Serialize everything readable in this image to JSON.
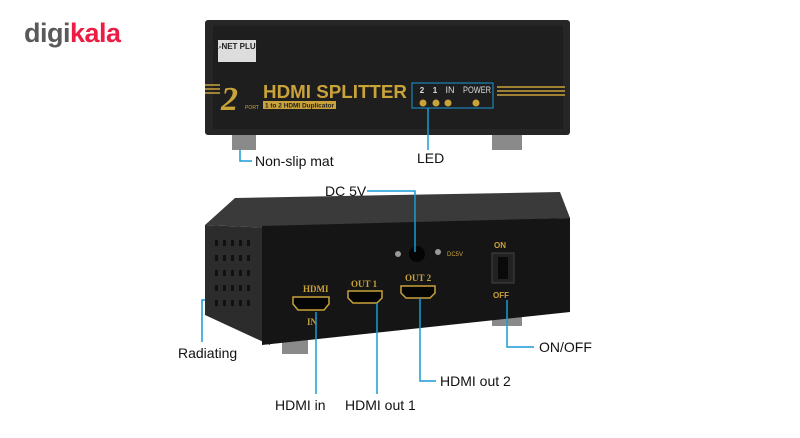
{
  "brand": {
    "part1": "digi",
    "part2": "kala"
  },
  "front_panel": {
    "maker": "K-NET PLUS",
    "port_count": "2",
    "port_word": "PORT",
    "title": "HDMI SPLITTER",
    "subtitle": "1 to 2 HDMI Duplicator",
    "led_labels": [
      "2",
      "1",
      "IN",
      "POWER"
    ]
  },
  "back_panel": {
    "hdmi_in_top": "HDMI",
    "hdmi_in_bottom": "IN",
    "out1": "OUT 1",
    "out2": "OUT 2",
    "dc": "DC5V",
    "switch_on": "ON",
    "switch_off": "OFF"
  },
  "callouts": {
    "non_slip": "Non-slip mat",
    "led": "LED",
    "dc5v": "DC 5V",
    "radiating": "Radiating",
    "hdmi_in": "HDMI in",
    "hdmi_out1": "HDMI out 1",
    "hdmi_out2": "HDMI out 2",
    "onoff": "ON/OFF"
  },
  "colors": {
    "callout_line": "#1a9ad6",
    "gold": "#c9a23a",
    "brand_red": "#ed1c45"
  }
}
